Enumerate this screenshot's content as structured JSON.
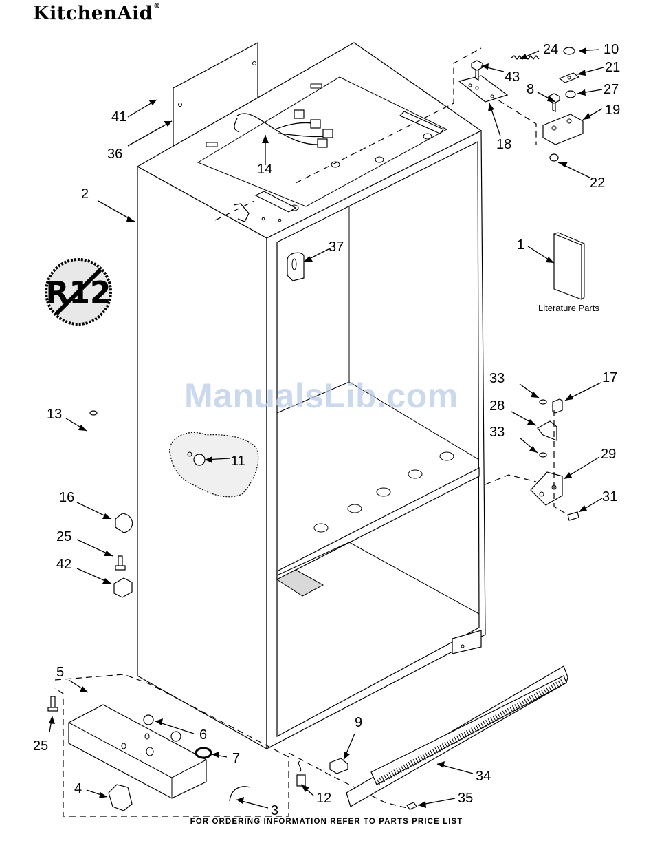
{
  "brand": {
    "logo_text": "KitchenAid",
    "registered_mark": "®"
  },
  "watermark": "ManualsLib.com",
  "badge": {
    "text": "R12"
  },
  "literature_label": "Literature Parts",
  "footer": "FOR ORDERING INFORMATION REFER TO PARTS PRICE LIST",
  "callouts": [
    "1",
    "2",
    "3",
    "4",
    "5",
    "6",
    "7",
    "8",
    "9",
    "10",
    "11",
    "12",
    "13",
    "14",
    "16",
    "17",
    "18",
    "19",
    "21",
    "22",
    "24",
    "25",
    "25",
    "27",
    "28",
    "29",
    "31",
    "33",
    "33",
    "34",
    "35",
    "36",
    "37",
    "41",
    "42",
    "43"
  ]
}
